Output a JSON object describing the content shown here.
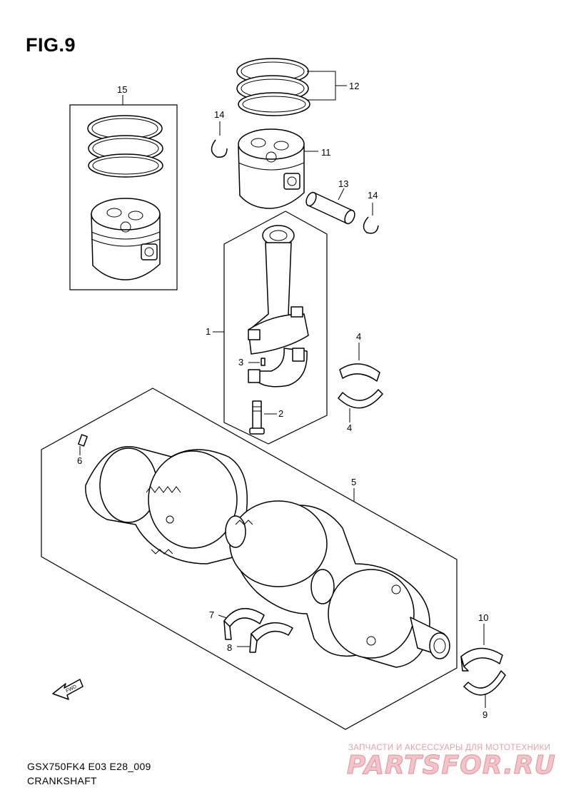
{
  "title": "FIG.9",
  "footer": {
    "model_code": "GSX750FK4 E03 E28_009",
    "section_name": "CRANKSHAFT"
  },
  "watermark": {
    "tagline": "ЗАПЧАСТИ И АКСЕССУАРЫ ДЛЯ МОТОТЕХНИКИ",
    "logo_text": "PARTSFOR.RU"
  },
  "fwd_arrow": {
    "label": "FWD"
  },
  "callouts": {
    "c1": "1",
    "c2": "2",
    "c3": "3",
    "c4a": "4",
    "c4b": "4",
    "c5": "5",
    "c6": "6",
    "c7": "7",
    "c8": "8",
    "c9": "9",
    "c10": "10",
    "c11": "11",
    "c12": "12",
    "c13": "13",
    "c14a": "14",
    "c14b": "14",
    "c15": "15"
  },
  "colors": {
    "line": "#000000",
    "background": "#ffffff",
    "watermark": "#e2909a"
  },
  "icons": {
    "fwd": "fwd-arrow-icon"
  }
}
